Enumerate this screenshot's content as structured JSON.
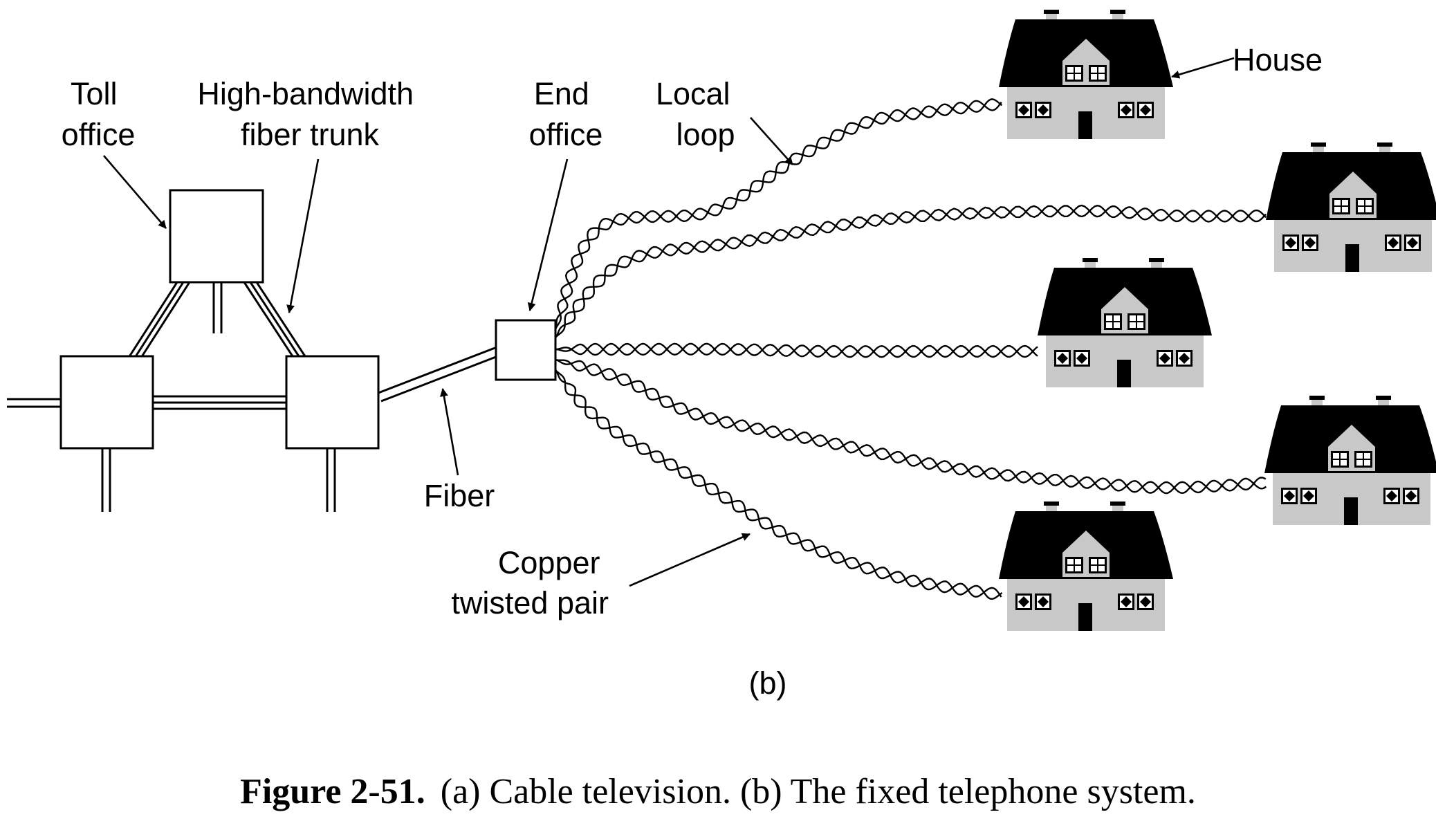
{
  "labels": {
    "toll_office": [
      "Toll",
      "office"
    ],
    "fiber_trunk": [
      "High-bandwidth",
      "fiber trunk"
    ],
    "end_office": [
      "End",
      "office"
    ],
    "local_loop": [
      "Local",
      "loop"
    ],
    "house": "House",
    "fiber": "Fiber",
    "copper": [
      "Copper",
      "twisted pair"
    ]
  },
  "part": "(b)",
  "caption": {
    "figure": "Figure 2-51.",
    "text": "(a) Cable television. (b) The fixed telephone system."
  },
  "colors": {
    "roof": "#000000",
    "wall": "#c8c8c8",
    "ink": "#000000"
  },
  "house_count": 5
}
